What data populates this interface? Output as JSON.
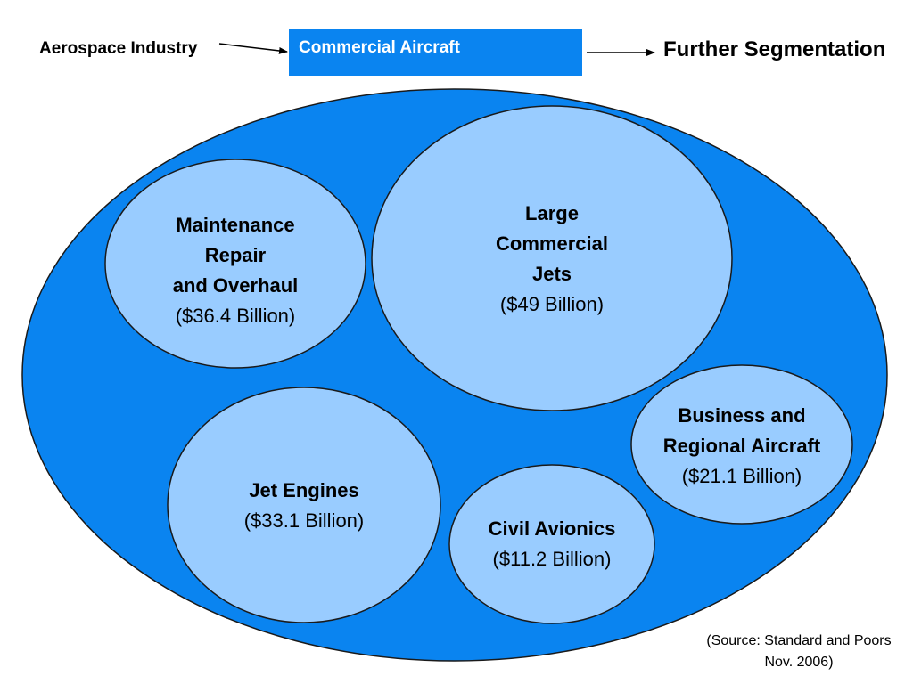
{
  "header": {
    "industry": "Aerospace Industry",
    "segment": "Commercial Aircraft",
    "next": "Further Segmentation"
  },
  "colors": {
    "header_box": "#0a84f0",
    "outer_ellipse": "#0a84f0",
    "segment_fill": "#99ccff",
    "outline": "#1a1a1a"
  },
  "segments": [
    {
      "id": "mro",
      "name_lines": [
        "Maintenance",
        "Repair",
        "and Overhaul"
      ],
      "value": "($36.4 Billion)",
      "billions": 36.4
    },
    {
      "id": "lcj",
      "name_lines": [
        "Large",
        "Commercial",
        "Jets"
      ],
      "value": "($49 Billion)",
      "billions": 49
    },
    {
      "id": "bra",
      "name_lines": [
        "Business and",
        "Regional Aircraft"
      ],
      "value": "($21.1 Billion)",
      "billions": 21.1
    },
    {
      "id": "je",
      "name_lines": [
        "Jet Engines"
      ],
      "value": "($33.1 Billion)",
      "billions": 33.1
    },
    {
      "id": "ca",
      "name_lines": [
        "Civil Avionics"
      ],
      "value": "($11.2 Billion)",
      "billions": 11.2
    }
  ],
  "source": {
    "line1": "(Source: Standard and Poors",
    "line2": "Nov. 2006)"
  }
}
